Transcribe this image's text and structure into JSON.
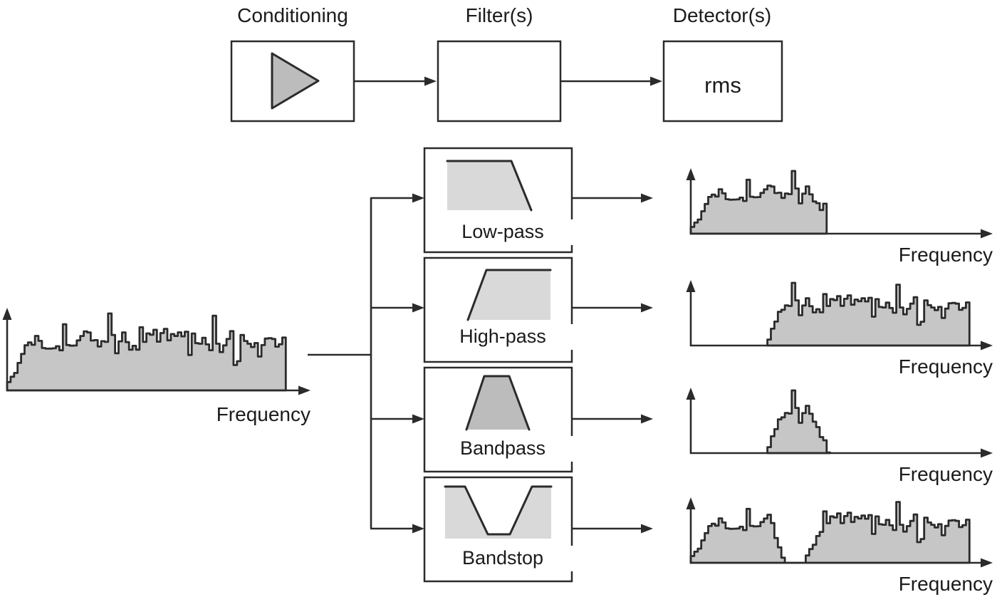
{
  "header": {
    "stages": [
      {
        "label": "Conditioning"
      },
      {
        "label": "Filter(s)"
      },
      {
        "label": "Detector(s)"
      }
    ]
  },
  "conditioning": {
    "icon": "amplifier-triangle-icon"
  },
  "filter_stage": {
    "icon": "empty-box"
  },
  "detector": {
    "label": "rms"
  },
  "filters": [
    {
      "label": "Low-pass",
      "icon": "lowpass-response-icon"
    },
    {
      "label": "High-pass",
      "icon": "highpass-response-icon"
    },
    {
      "label": "Bandpass",
      "icon": "bandpass-response-icon"
    },
    {
      "label": "Bandstop",
      "icon": "bandstop-response-icon"
    }
  ],
  "axes": {
    "x_label": "Frequency"
  },
  "colors": {
    "line": "#2b2b2b",
    "text": "#1b1b1b",
    "spectrum_fill": "#c6c6c6",
    "icon_light_fill": "#d9d9d9",
    "icon_mid_fill": "#bcbcbc",
    "background": "#ffffff"
  }
}
